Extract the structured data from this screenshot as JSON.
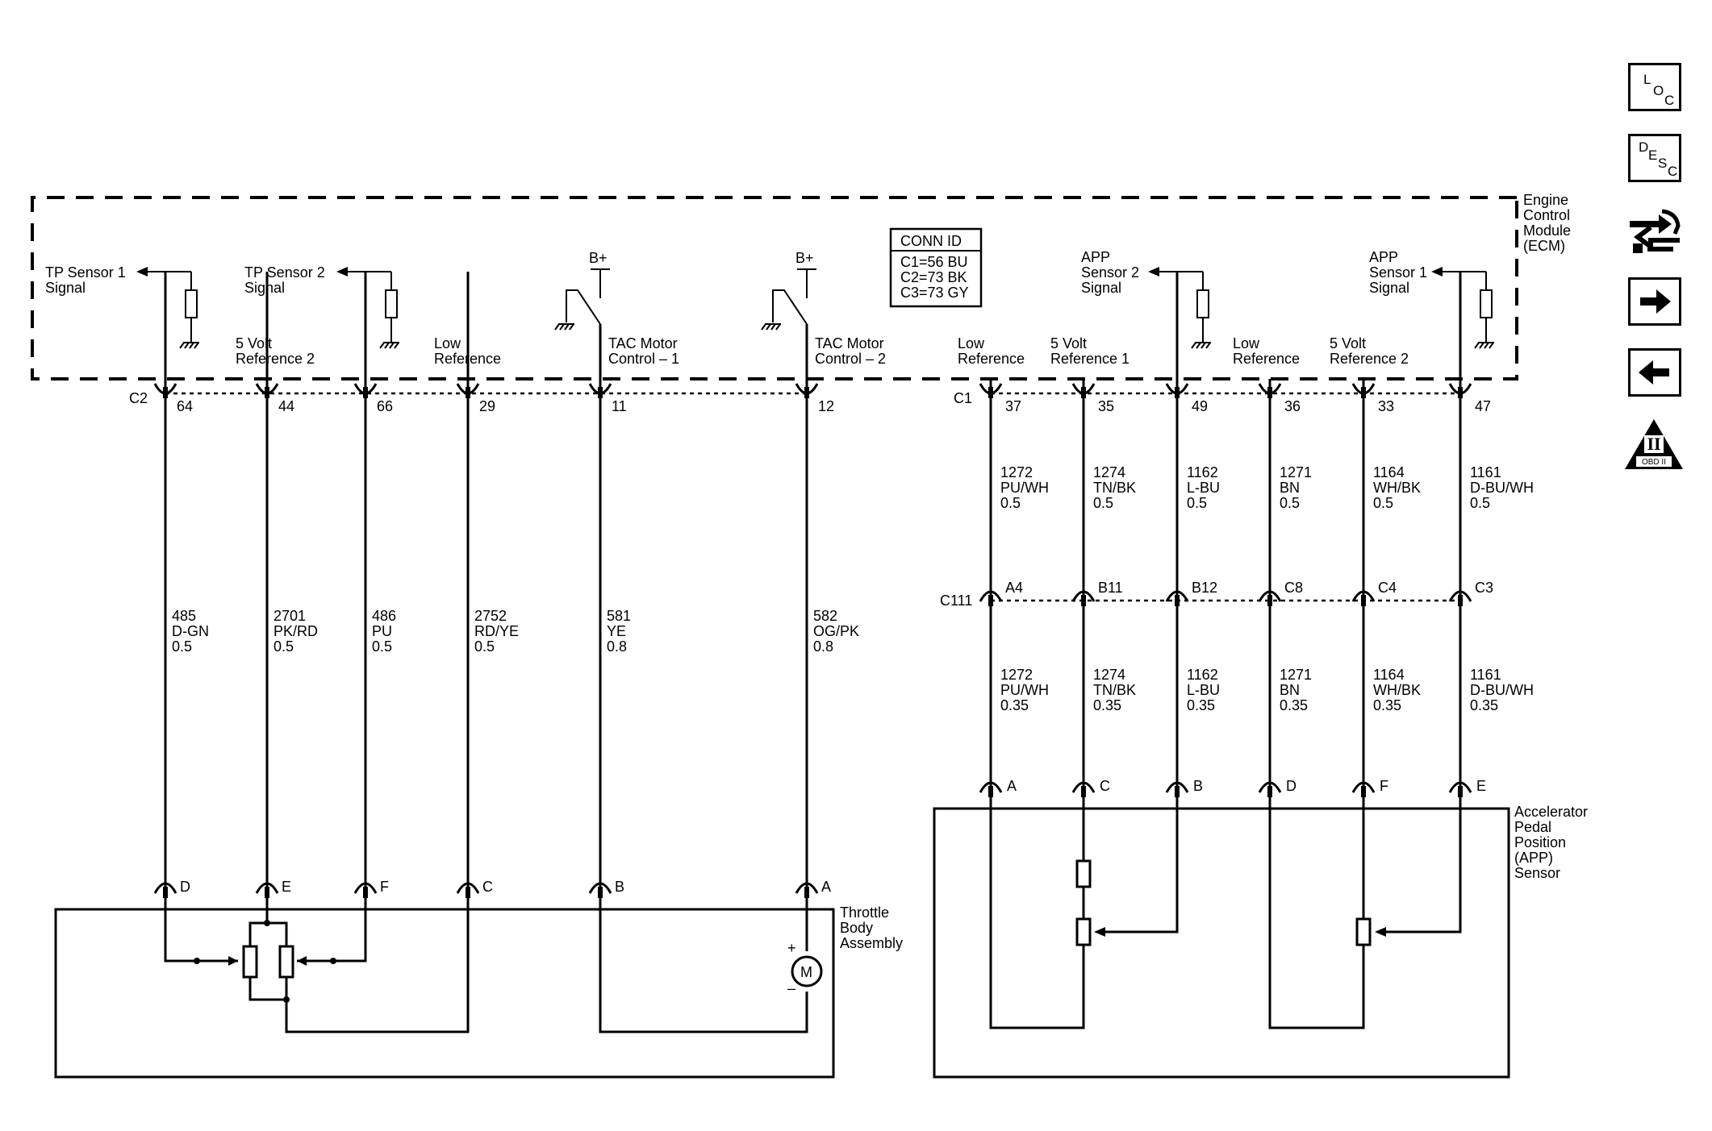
{
  "ecm": {
    "label_lines": [
      "Engine",
      "Control",
      "Module",
      "(ECM)"
    ]
  },
  "conn_id": {
    "title": "CONN ID",
    "rows": [
      "C1=56 BU",
      "C2=73 BK",
      "C3=73 GY"
    ]
  },
  "supply": {
    "bplus": "B+"
  },
  "left_connector": "C2",
  "right_connector": "C1",
  "inline_connector": "C111",
  "left_signals": [
    {
      "lines": [
        "TP Sensor 1",
        "Signal"
      ]
    },
    {
      "lines": [
        "TP Sensor 2",
        "Signal"
      ]
    }
  ],
  "right_signals": [
    {
      "lines": [
        "APP",
        "Sensor 2",
        "Signal"
      ]
    },
    {
      "lines": [
        "APP",
        "Sensor 1",
        "Signal"
      ]
    }
  ],
  "left_circuits": [
    {
      "pin": "64",
      "func": [],
      "wire": [
        "485",
        "D-GN",
        "0.5"
      ],
      "end_pin": "D"
    },
    {
      "pin": "44",
      "func": [
        "5 Volt",
        "Reference 2"
      ],
      "wire": [
        "2701",
        "PK/RD",
        "0.5"
      ],
      "end_pin": "E"
    },
    {
      "pin": "66",
      "func": [],
      "wire": [
        "486",
        "PU",
        "0.5"
      ],
      "end_pin": "F"
    },
    {
      "pin": "29",
      "func": [
        "Low",
        "Reference"
      ],
      "wire": [
        "2752",
        "RD/YE",
        "0.5"
      ],
      "end_pin": "C"
    },
    {
      "pin": "11",
      "func": [
        "TAC Motor",
        "Control – 1"
      ],
      "wire": [
        "581",
        "YE",
        "0.8"
      ],
      "end_pin": "B"
    },
    {
      "pin": "12",
      "func": [
        "TAC Motor",
        "Control – 2"
      ],
      "wire": [
        "582",
        "OG/PK",
        "0.8"
      ],
      "end_pin": "A"
    }
  ],
  "right_circuits": [
    {
      "pin": "37",
      "func": [
        "Low",
        "Reference"
      ],
      "wire_upper": [
        "1272",
        "PU/WH",
        "0.5"
      ],
      "inline_pin": "A4",
      "wire_lower": [
        "1272",
        "PU/WH",
        "0.35"
      ],
      "end_pin": "A"
    },
    {
      "pin": "35",
      "func": [
        "5 Volt",
        "Reference 1"
      ],
      "wire_upper": [
        "1274",
        "TN/BK",
        "0.5"
      ],
      "inline_pin": "B11",
      "wire_lower": [
        "1274",
        "TN/BK",
        "0.35"
      ],
      "end_pin": "C"
    },
    {
      "pin": "49",
      "func": [],
      "wire_upper": [
        "1162",
        "L-BU",
        "0.5"
      ],
      "inline_pin": "B12",
      "wire_lower": [
        "1162",
        "L-BU",
        "0.35"
      ],
      "end_pin": "B"
    },
    {
      "pin": "36",
      "func": [
        "Low",
        "Reference"
      ],
      "wire_upper": [
        "1271",
        "BN",
        "0.5"
      ],
      "inline_pin": "C8",
      "wire_lower": [
        "1271",
        "BN",
        "0.35"
      ],
      "end_pin": "D"
    },
    {
      "pin": "33",
      "func": [
        "5 Volt",
        "Reference 2"
      ],
      "wire_upper": [
        "1164",
        "WH/BK",
        "0.5"
      ],
      "inline_pin": "C4",
      "wire_lower": [
        "1164",
        "WH/BK",
        "0.35"
      ],
      "end_pin": "F"
    },
    {
      "pin": "47",
      "func": [],
      "wire_upper": [
        "1161",
        "D-BU/WH",
        "0.5"
      ],
      "inline_pin": "C3",
      "wire_lower": [
        "1161",
        "D-BU/WH",
        "0.35"
      ],
      "end_pin": "E"
    }
  ],
  "throttle_body": {
    "label_lines": [
      "Throttle",
      "Body",
      "Assembly"
    ],
    "motor": "M",
    "plus": "+",
    "minus": "–"
  },
  "app_sensor": {
    "label_lines": [
      "Accelerator",
      "Pedal",
      "Position",
      "(APP)",
      "Sensor"
    ]
  },
  "nav": {
    "loc": [
      "L",
      "O",
      "C"
    ],
    "desc": [
      "D",
      "E",
      "S",
      "C"
    ],
    "obd": {
      "roman": "II",
      "text": "OBD II"
    }
  }
}
